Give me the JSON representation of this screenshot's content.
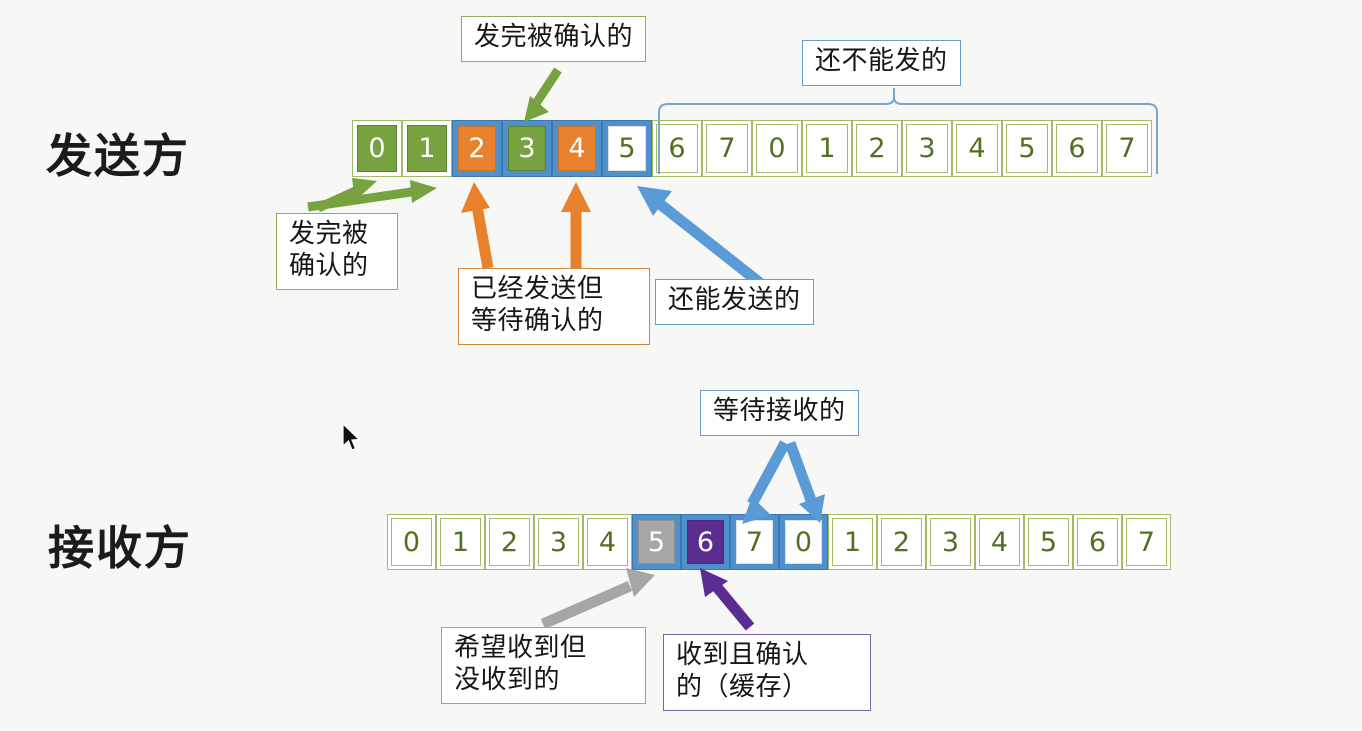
{
  "diagram": {
    "title_hidden": "",
    "sender": {
      "label": "发送方",
      "cells": [
        {
          "value": "0",
          "style": "green"
        },
        {
          "value": "1",
          "style": "green"
        },
        {
          "value": "2",
          "style": "window-orange"
        },
        {
          "value": "3",
          "style": "window-green"
        },
        {
          "value": "4",
          "style": "window-orange"
        },
        {
          "value": "5",
          "style": "window-white"
        },
        {
          "value": "6",
          "style": "plain"
        },
        {
          "value": "7",
          "style": "plain"
        },
        {
          "value": "0",
          "style": "plain"
        },
        {
          "value": "1",
          "style": "plain"
        },
        {
          "value": "2",
          "style": "plain"
        },
        {
          "value": "3",
          "style": "plain"
        },
        {
          "value": "4",
          "style": "plain"
        },
        {
          "value": "5",
          "style": "plain"
        },
        {
          "value": "6",
          "style": "plain"
        },
        {
          "value": "7",
          "style": "plain"
        }
      ]
    },
    "receiver": {
      "label": "接收方",
      "cells": [
        {
          "value": "0",
          "style": "plain"
        },
        {
          "value": "1",
          "style": "plain"
        },
        {
          "value": "2",
          "style": "plain"
        },
        {
          "value": "3",
          "style": "plain"
        },
        {
          "value": "4",
          "style": "plain"
        },
        {
          "value": "5",
          "style": "window-gray"
        },
        {
          "value": "6",
          "style": "window-purple"
        },
        {
          "value": "7",
          "style": "window-white"
        },
        {
          "value": "0",
          "style": "window-white"
        },
        {
          "value": "1",
          "style": "plain"
        },
        {
          "value": "2",
          "style": "plain"
        },
        {
          "value": "3",
          "style": "plain"
        },
        {
          "value": "4",
          "style": "plain"
        },
        {
          "value": "5",
          "style": "plain"
        },
        {
          "value": "6",
          "style": "plain"
        },
        {
          "value": "7",
          "style": "plain"
        }
      ]
    },
    "callouts": {
      "sent_acked_top": "发完被确认的",
      "not_sendable": "还不能发的",
      "sent_acked_left": "发完被\n确认的",
      "sent_waiting_ack": "已经发送但\n等待确认的",
      "can_still_send": "还能发送的",
      "waiting_to_receive": "等待接收的",
      "expected_not_received": "希望收到但\n没收到的",
      "received_and_acked": "收到且确认\n的（缓存）"
    },
    "colors": {
      "green_fill": "#76a240",
      "orange_fill": "#e8812e",
      "blue_window": "#4f91cd",
      "gray_fill": "#a6a6a6",
      "purple_fill": "#5b2d90",
      "plain_border": "#a5b96b",
      "background": "#f7f7f5"
    }
  }
}
